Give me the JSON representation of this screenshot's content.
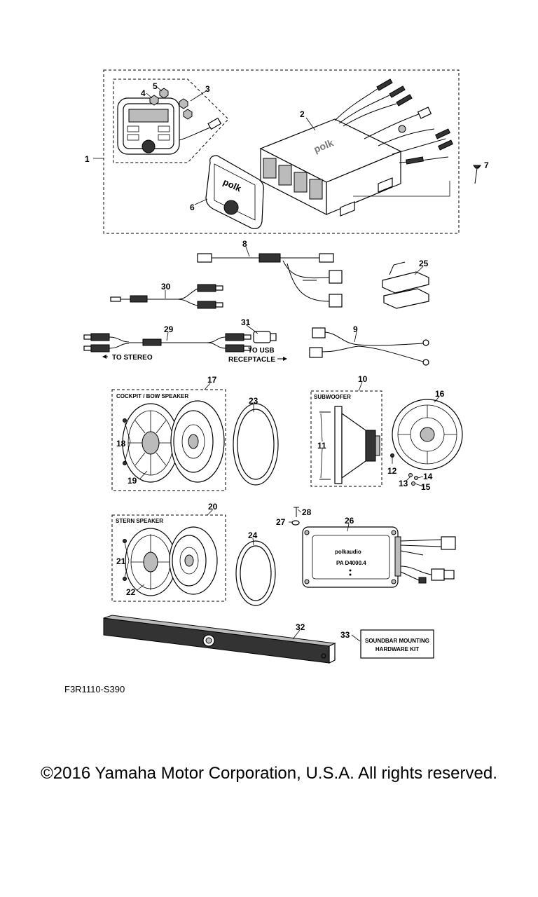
{
  "callouts": {
    "c1": "1",
    "c2": "2",
    "c3": "3",
    "c4": "4",
    "c5": "5",
    "c6": "6",
    "c7": "7",
    "c8": "8",
    "c9": "9",
    "c10": "10",
    "c11": "11",
    "c12": "12",
    "c13": "13",
    "c14": "14",
    "c15": "15",
    "c16": "16",
    "c17": "17",
    "c18": "18",
    "c19": "19",
    "c20": "20",
    "c21": "21",
    "c22": "22",
    "c23": "23",
    "c24": "24",
    "c25": "25",
    "c26": "26",
    "c27": "27",
    "c28": "28",
    "c29": "29",
    "c30": "30",
    "c31": "31",
    "c32": "32",
    "c33": "33"
  },
  "labels": {
    "cockpit": "COCKPIT / BOW SPEAKER",
    "subwoofer": "SUBWOOFER",
    "stern": "STERN SPEAKER",
    "to_stereo": "TO STEREO",
    "to_usb_line1": "TO USB",
    "to_usb_line2": "RECEPTACLE",
    "kit_line1": "SOUNDBAR MOUNTING",
    "kit_line2": "HARDWARE KIT",
    "brand_polk": "polk",
    "amp_brand": "polkaudio",
    "amp_model": "PA D4000.4"
  },
  "figure_code": "F3R1110-S390",
  "copyright": "©2016 Yamaha Motor Corporation, U.S.A. All rights reserved."
}
